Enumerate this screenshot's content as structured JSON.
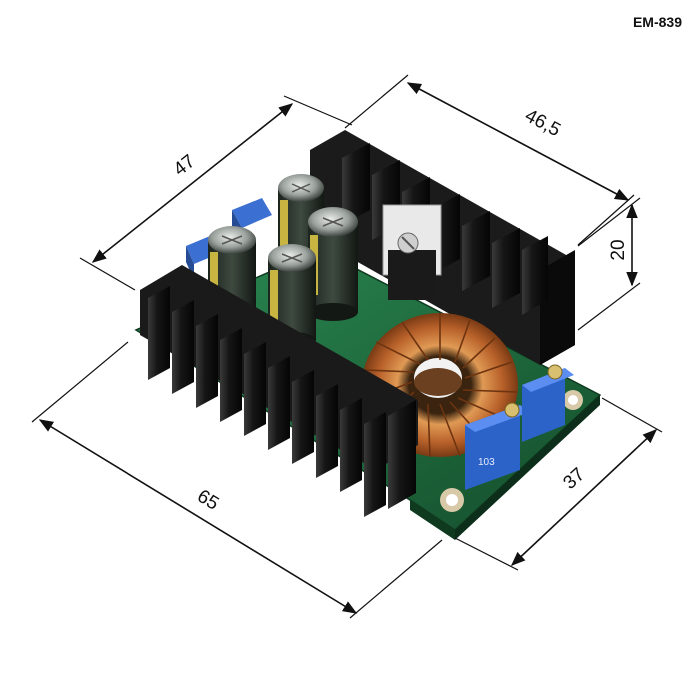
{
  "product": {
    "code": "EM-839",
    "pot_label": "103"
  },
  "dimensions": {
    "width_top": "46,5",
    "depth_left": "47",
    "height": "20",
    "length_bottom": "65",
    "width_bottom": "37"
  },
  "colors": {
    "pcb": "#1f6b3e",
    "heatsink": "#141414",
    "copper": "#c7742f",
    "trimpot": "#2b63c9",
    "capacitor": "#222a22"
  }
}
